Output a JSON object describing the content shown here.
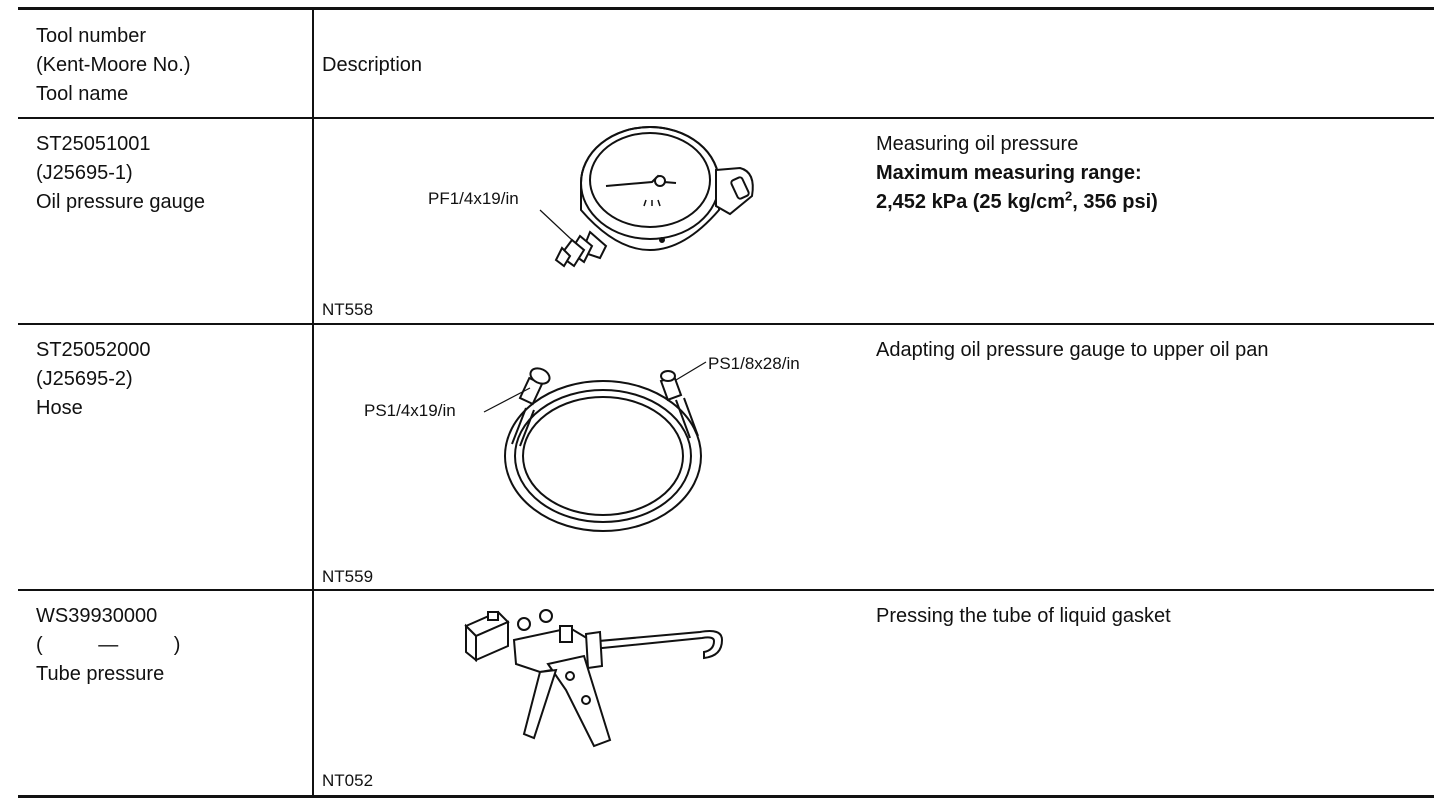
{
  "header": {
    "tool_col": [
      "Tool number",
      "(Kent-Moore No.)",
      "Tool name"
    ],
    "description_col": "Description"
  },
  "rows": [
    {
      "tool_number": "ST25051001",
      "kent_moore": "(J25695-1)",
      "tool_name": "Oil pressure gauge",
      "figure_code": "NT558",
      "figure_labels": [
        "PF1/4x19/in"
      ],
      "description_line": "Measuring oil pressure",
      "description_bold_1": "Maximum measuring range:",
      "description_bold_2a": "2,452 kPa (25 kg/cm",
      "description_bold_2sup": "2",
      "description_bold_2b": ", 356 psi)"
    },
    {
      "tool_number": "ST25052000",
      "kent_moore": "(J25695-2)",
      "tool_name": "Hose",
      "figure_code": "NT559",
      "figure_labels": [
        "PS1/4x19/in",
        "PS1/8x28/in"
      ],
      "description_line": "Adapting oil pressure gauge to upper oil pan"
    },
    {
      "tool_number": "WS39930000",
      "kent_moore": "(          —          )",
      "tool_name": "Tube pressure",
      "figure_code": "NT052",
      "description_line": "Pressing the tube of liquid gasket"
    }
  ]
}
